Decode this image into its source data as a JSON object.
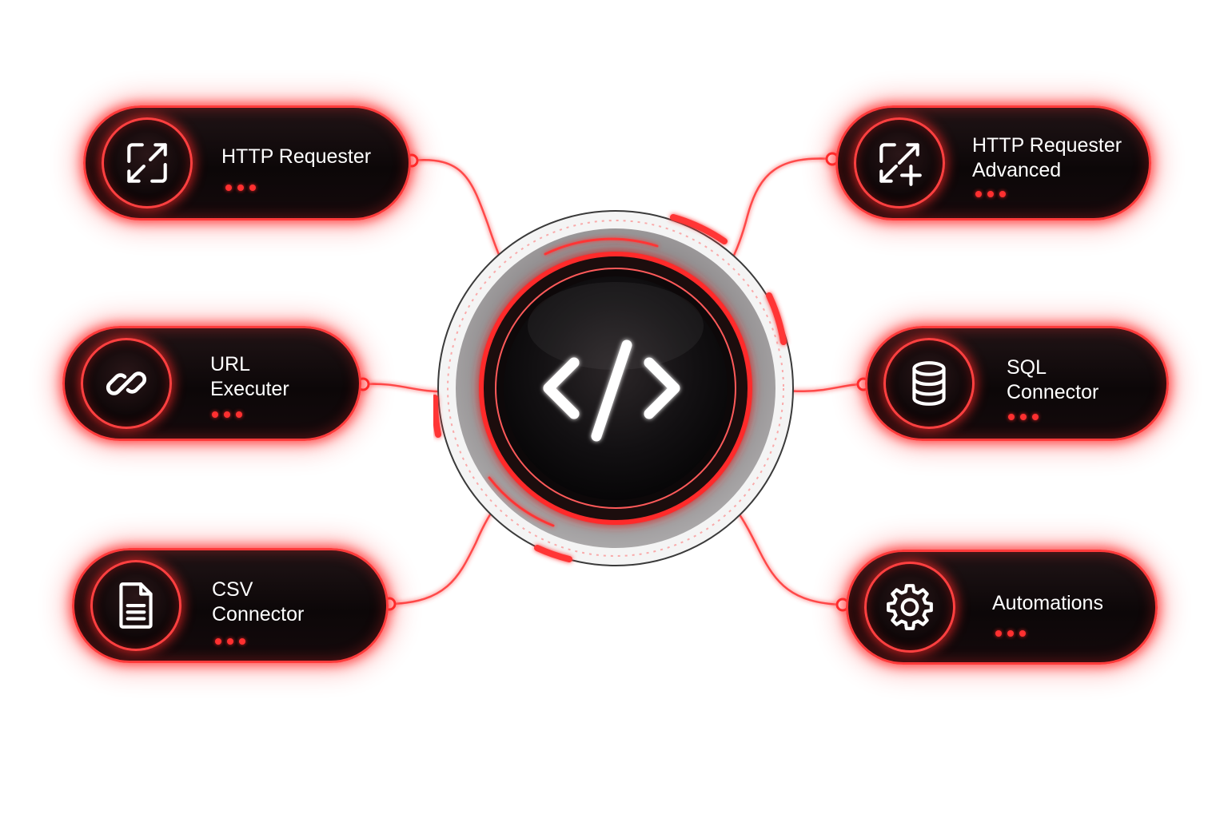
{
  "diagram": {
    "center": {
      "icon": "code-icon",
      "color": "#ff2a2a"
    },
    "nodes": [
      {
        "id": "http-requester",
        "label": "HTTP Requester",
        "icon": "arrows-expand-icon"
      },
      {
        "id": "http-requester-advanced",
        "label": "HTTP Requester\nAdvanced",
        "icon": "arrows-expand-plus-icon"
      },
      {
        "id": "url-executer",
        "label": "URL\nExecuter",
        "icon": "link-icon"
      },
      {
        "id": "sql-connector",
        "label": "SQL\nConnector",
        "icon": "database-icon"
      },
      {
        "id": "csv-connector",
        "label": "CSV\nConnector",
        "icon": "document-icon"
      },
      {
        "id": "automations",
        "label": "Automations",
        "icon": "gear-icon"
      }
    ],
    "accent_color": "#ff3b3b",
    "node_background": "#120a0b"
  }
}
